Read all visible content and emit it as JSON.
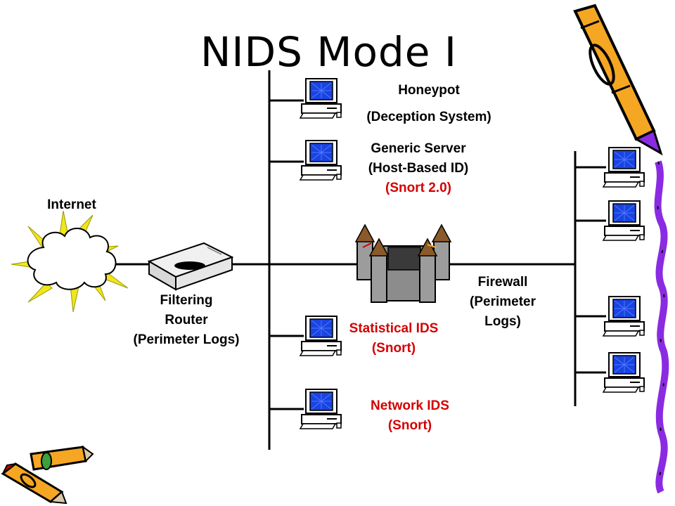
{
  "title": "NIDS Mode I",
  "labels": {
    "internet": "Internet",
    "router": [
      "Filtering",
      "Router",
      "(Perimeter Logs)"
    ],
    "honeypot": [
      "Honeypot",
      "(Deception System)"
    ],
    "generic_server": [
      "Generic Server",
      "(Host-Based ID)"
    ],
    "generic_server_note": "(Snort 2.0)",
    "statistical_ids": [
      "Statistical IDS",
      "(Snort)"
    ],
    "network_ids": [
      "Network IDS",
      "(Snort)"
    ],
    "firewall": [
      "Firewall",
      "(Perimeter",
      "Logs)"
    ]
  },
  "colors": {
    "line": "#000000",
    "label_highlight": "#d40000",
    "monitor_screen": "#1a44e0",
    "cloud_rays": "#f2e51c",
    "castle": "#8c8c8c",
    "crayon_orange": "#f5a623",
    "crayon_purple": "#8a2be2"
  },
  "icons": [
    "cloud-icon",
    "router-icon",
    "castle-firewall-icon",
    "computer-icon",
    "crayon-decoration-icon"
  ]
}
